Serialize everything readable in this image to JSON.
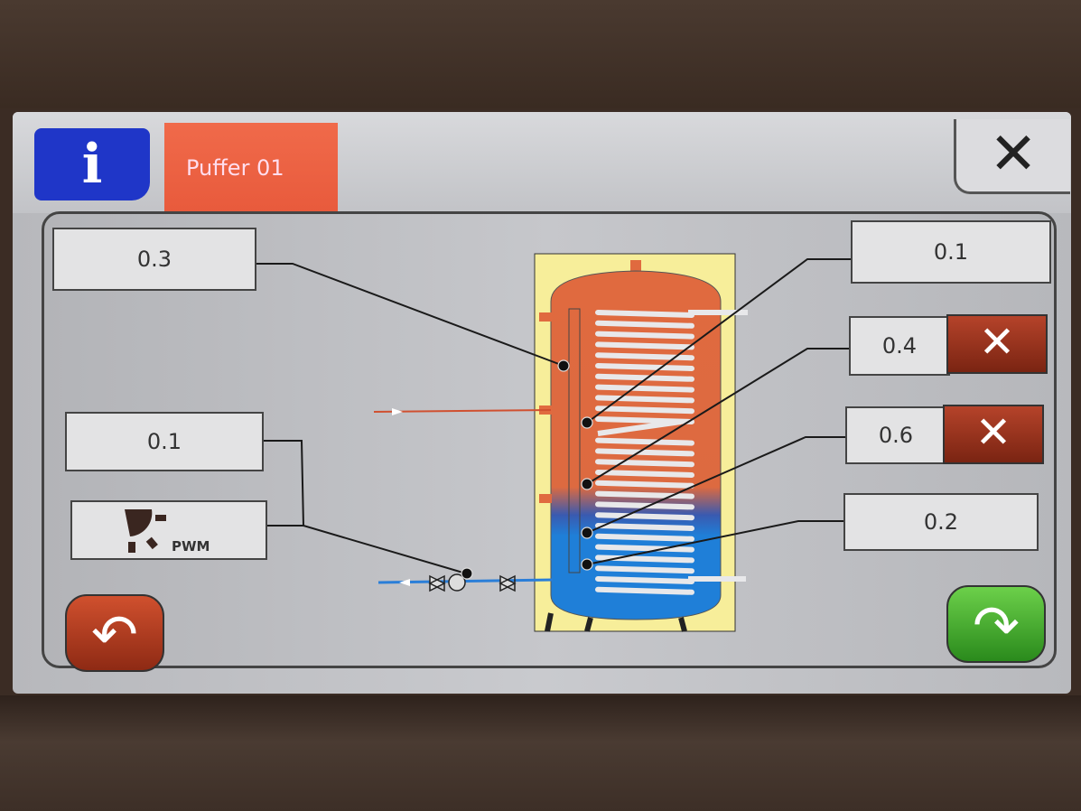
{
  "header": {
    "info_label": "i",
    "tab_title": "Puffer 01",
    "close_label": "✕"
  },
  "left_sensors": [
    {
      "value": "0.3"
    },
    {
      "value": "0.1"
    }
  ],
  "pump": {
    "mode_label": "PWM",
    "icon": "sun-pump-icon"
  },
  "right_sensors": [
    {
      "value": "0.1",
      "has_x": false
    },
    {
      "value": "0.4",
      "has_x": true
    },
    {
      "value": "0.6",
      "has_x": true
    },
    {
      "value": "0.2",
      "has_x": false
    }
  ],
  "x_label": "✕",
  "nav": {
    "back_label": "↶",
    "forward_label": "↷"
  },
  "colors": {
    "hot": "#e06a3f",
    "cold": "#1f7fd8",
    "info": "#1f36c8",
    "tab": "#ec6040",
    "back": "#b2361c",
    "forward": "#3aa82a",
    "tank_bg": "#f7ee9a"
  }
}
